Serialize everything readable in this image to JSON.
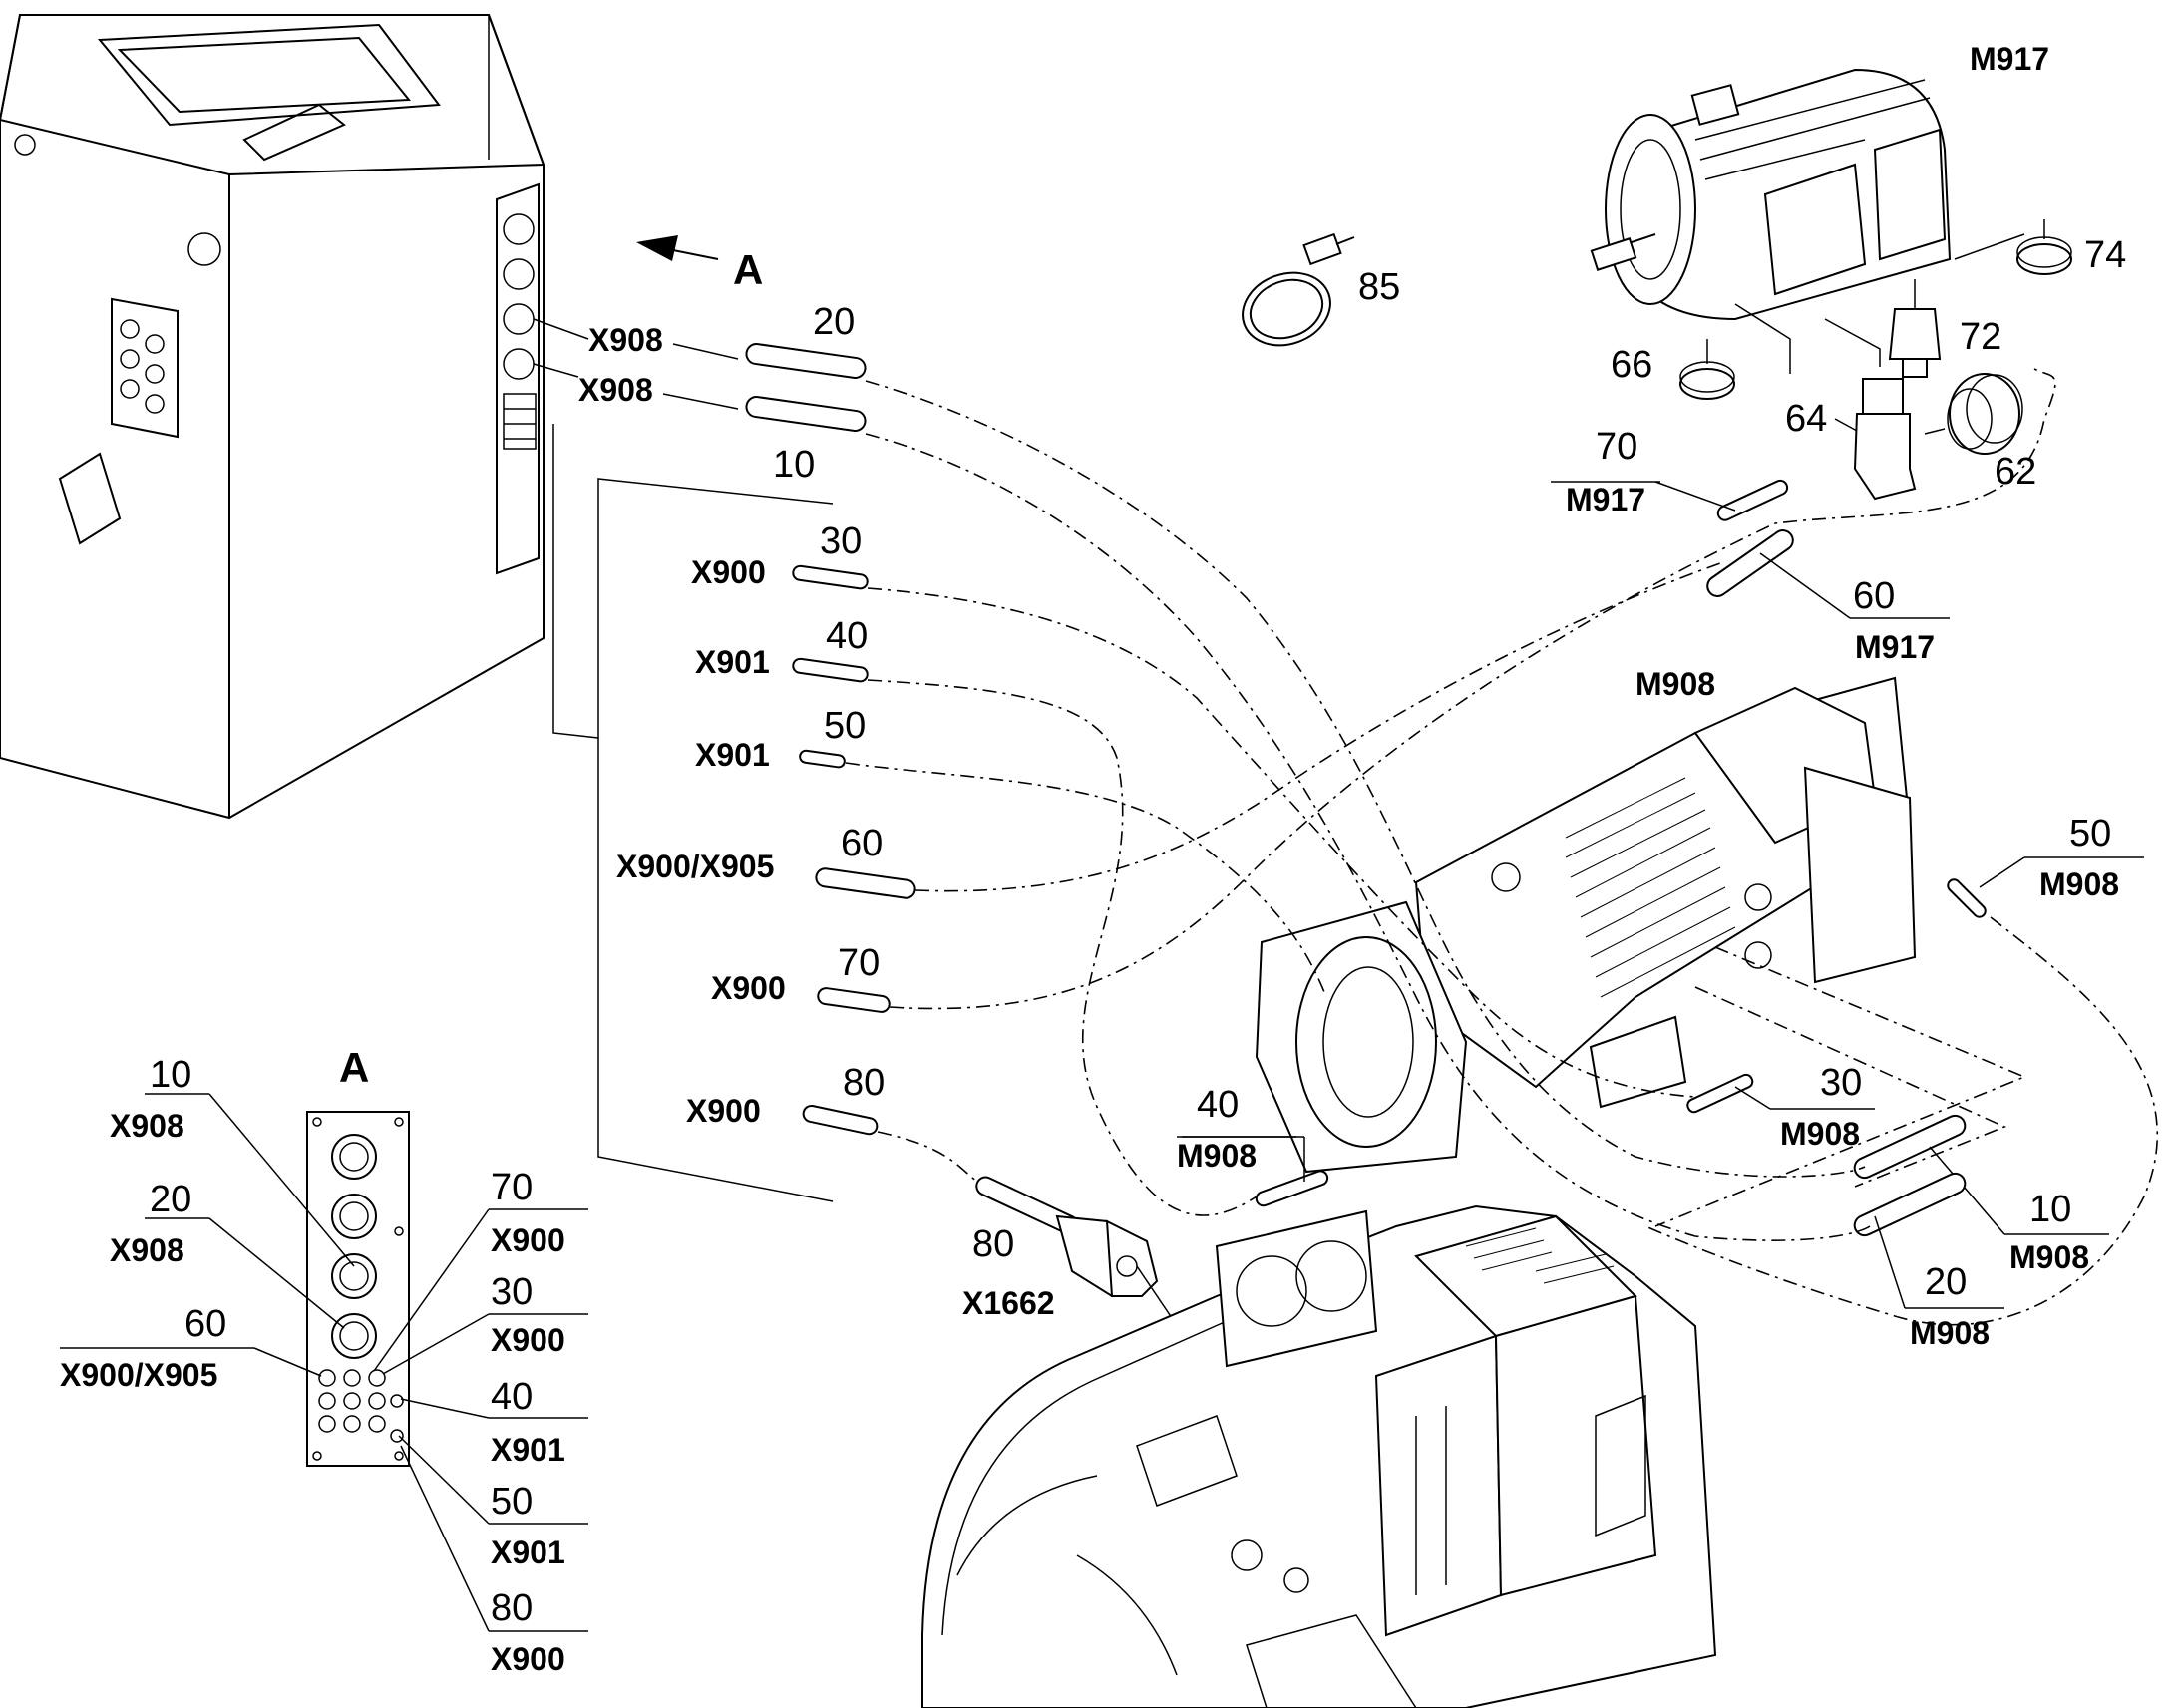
{
  "view_arrow": {
    "label": "A"
  },
  "connector_labels": {
    "x908_top": "X908",
    "x908_bottom": "X908"
  },
  "callouts_main": [
    {
      "num": "20"
    },
    {
      "num": "10"
    },
    {
      "num": "30",
      "ref": "X900"
    },
    {
      "num": "40",
      "ref": "X901"
    },
    {
      "num": "50",
      "ref": "X901"
    },
    {
      "num": "60",
      "ref": "X900/X905"
    },
    {
      "num": "70",
      "ref": "X900"
    },
    {
      "num": "80",
      "ref": "X900"
    }
  ],
  "cable_tie": {
    "num": "85"
  },
  "motor_m917": {
    "title": "M917",
    "parts": [
      "74",
      "72",
      "66",
      "64",
      "62"
    ],
    "cable_70": {
      "num": "70",
      "ref": "M917"
    },
    "cable_60": {
      "num": "60",
      "ref": "M917"
    }
  },
  "motor_m908": {
    "title": "M908",
    "cable_50": {
      "num": "50",
      "ref": "M908"
    },
    "cable_40": {
      "num": "40",
      "ref": "M908"
    },
    "cable_30": {
      "num": "30",
      "ref": "M908"
    },
    "cable_10": {
      "num": "10",
      "ref": "M908"
    },
    "cable_20": {
      "num": "20",
      "ref": "M908"
    }
  },
  "plug_x1662": {
    "num": "80",
    "ref": "X1662"
  },
  "detail_a": {
    "title": "A",
    "left": [
      {
        "num": "10",
        "ref": "X908"
      },
      {
        "num": "20",
        "ref": "X908"
      },
      {
        "num": "60",
        "ref": "X900/X905"
      }
    ],
    "right": [
      {
        "num": "70",
        "ref": "X900"
      },
      {
        "num": "30",
        "ref": "X900"
      },
      {
        "num": "40",
        "ref": "X901"
      },
      {
        "num": "50",
        "ref": "X901"
      },
      {
        "num": "80",
        "ref": "X900"
      }
    ]
  }
}
